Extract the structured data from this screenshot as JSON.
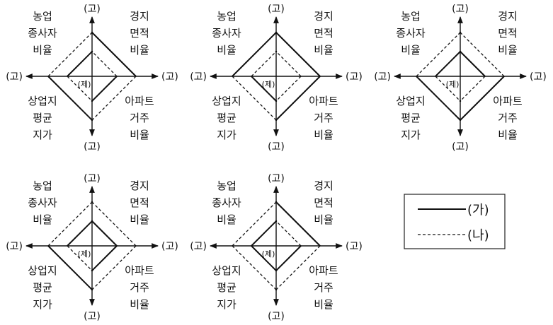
{
  "axis_high_label": "(고)",
  "axis_low_label": "(제)",
  "quadrant_labels": {
    "top_left": [
      "농업",
      "종사자",
      "비율"
    ],
    "top_right": [
      "경지",
      "면적",
      "비율"
    ],
    "bottom_left": [
      "상업지",
      "평균",
      "지가"
    ],
    "bottom_right": [
      "아파트",
      "거주",
      "비율"
    ]
  },
  "legend": {
    "solid_label": "(가)",
    "dashed_label": "(나)"
  },
  "chart_data": [
    {
      "chart": 1,
      "ga": {
        "top_right": "high",
        "top_left": "low",
        "bottom_left": "high",
        "bottom_right": "low"
      },
      "na": {
        "top_right": "low",
        "top_left": "high",
        "bottom_left": "low",
        "bottom_right": "high"
      }
    },
    {
      "chart": 2,
      "ga": {
        "top_right": "high",
        "top_left": "high",
        "bottom_left": "low",
        "bottom_right": "high"
      },
      "na": {
        "top_right": "low",
        "top_left": "low",
        "bottom_left": "high",
        "bottom_right": "low"
      }
    },
    {
      "chart": 3,
      "ga": {
        "top_right": "low",
        "top_left": "low",
        "bottom_left": "high",
        "bottom_right": "high"
      },
      "na": {
        "top_right": "high",
        "top_left": "high",
        "bottom_left": "low",
        "bottom_right": "low"
      }
    },
    {
      "chart": 4,
      "ga": {
        "top_right": "low",
        "top_left": "low",
        "bottom_left": "high",
        "bottom_right": "low"
      },
      "na": {
        "top_right": "high",
        "top_left": "high",
        "bottom_left": "low",
        "bottom_right": "high"
      }
    },
    {
      "chart": 5,
      "ga": {
        "top_right": "high",
        "top_left": "low",
        "bottom_left": "low",
        "bottom_right": "low"
      },
      "na": {
        "top_right": "low",
        "top_left": "high",
        "bottom_left": "high",
        "bottom_right": "high"
      }
    }
  ]
}
